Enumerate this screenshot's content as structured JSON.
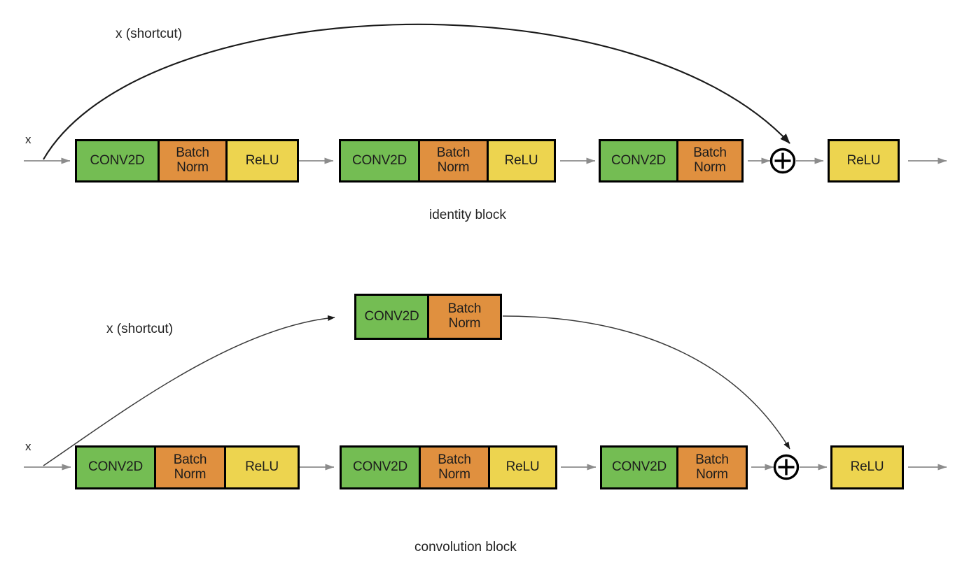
{
  "diagram": {
    "title_semantics": "ResNet identity block and convolution block",
    "colors": {
      "conv2d": "#74bd53",
      "batch_norm": "#e0903f",
      "relu": "#edd44f",
      "outline": "#000000",
      "arrow_light": "#8c8c8c",
      "arrow_dark": "#1a1a1a",
      "background": "#ffffff"
    },
    "layer_labels": {
      "conv2d": "CONV2D",
      "batch_norm_line1": "Batch",
      "batch_norm_line2": "Norm",
      "relu": "ReLU"
    },
    "add_symbol": "+"
  },
  "identity_block": {
    "caption": "identity block",
    "input_label": "x",
    "shortcut_label": "x (shortcut)",
    "stages": [
      {
        "name": "stage-1",
        "cells": [
          "CONV2D",
          "Batch Norm",
          "ReLU"
        ]
      },
      {
        "name": "stage-2",
        "cells": [
          "CONV2D",
          "Batch Norm",
          "ReLU"
        ]
      },
      {
        "name": "stage-3",
        "cells": [
          "CONV2D",
          "Batch Norm"
        ]
      }
    ],
    "merge": "+",
    "output_activation": "ReLU"
  },
  "convolution_block": {
    "caption": "convolution block",
    "input_label": "x",
    "shortcut_label": "x (shortcut)",
    "shortcut_stage": {
      "name": "shortcut-conv",
      "cells": [
        "CONV2D",
        "Batch Norm"
      ]
    },
    "stages": [
      {
        "name": "stage-1",
        "cells": [
          "CONV2D",
          "Batch Norm",
          "ReLU"
        ]
      },
      {
        "name": "stage-2",
        "cells": [
          "CONV2D",
          "Batch Norm",
          "ReLU"
        ]
      },
      {
        "name": "stage-3",
        "cells": [
          "CONV2D",
          "Batch Norm"
        ]
      }
    ],
    "merge": "+",
    "output_activation": "ReLU"
  }
}
